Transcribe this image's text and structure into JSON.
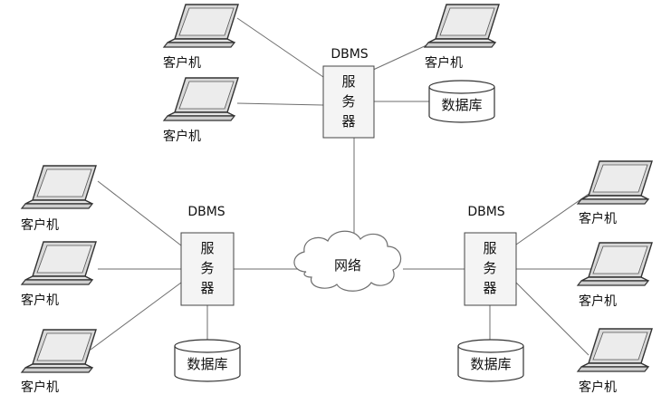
{
  "labels": {
    "client": "客户机",
    "server_lines": [
      "服",
      "务",
      "器"
    ],
    "dbms": "DBMS",
    "database": "数据库",
    "network": "网络"
  },
  "colors": {
    "line": "#6e6e6e",
    "box_fill": "#f4f4f4",
    "laptop_screen": "#dcdcdc",
    "laptop_body": "#e6e6e6"
  },
  "nodes": {
    "servers": [
      "server-top",
      "server-left",
      "server-right"
    ],
    "clients": {
      "server-top": 3,
      "server-left": 3,
      "server-right": 3
    }
  }
}
